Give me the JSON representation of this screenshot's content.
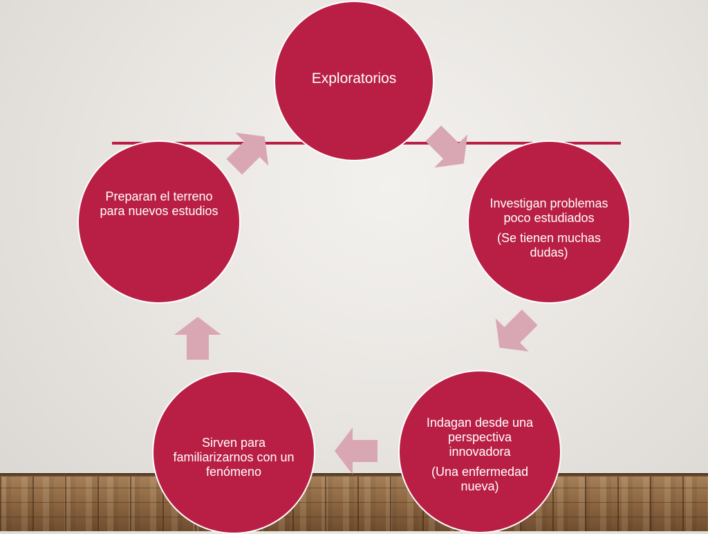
{
  "colors": {
    "node_fill": "#b91f45",
    "arrow_fill": "#d9a7b3",
    "line": "#b91f45"
  },
  "diagram": {
    "nodes": [
      {
        "lines": [
          "Exploratorios"
        ]
      },
      {
        "lines": [
          "Investigan problemas poco estudiados",
          "(Se tienen muchas dudas)"
        ]
      },
      {
        "lines": [
          "Indagan desde una perspectiva innovadora",
          "(Una enfermedad nueva)"
        ]
      },
      {
        "lines": [
          "Sirven para familiarizarnos con un fenómeno"
        ]
      },
      {
        "lines": [
          "Preparan el terreno para nuevos estudios"
        ]
      }
    ],
    "arrows": [
      {
        "name": "arrow-1-to-2-icon",
        "direction": "down-right"
      },
      {
        "name": "arrow-2-to-3-icon",
        "direction": "down-left"
      },
      {
        "name": "arrow-3-to-4-icon",
        "direction": "left"
      },
      {
        "name": "arrow-4-to-5-icon",
        "direction": "up"
      },
      {
        "name": "arrow-5-to-1-icon",
        "direction": "up-right"
      }
    ]
  }
}
